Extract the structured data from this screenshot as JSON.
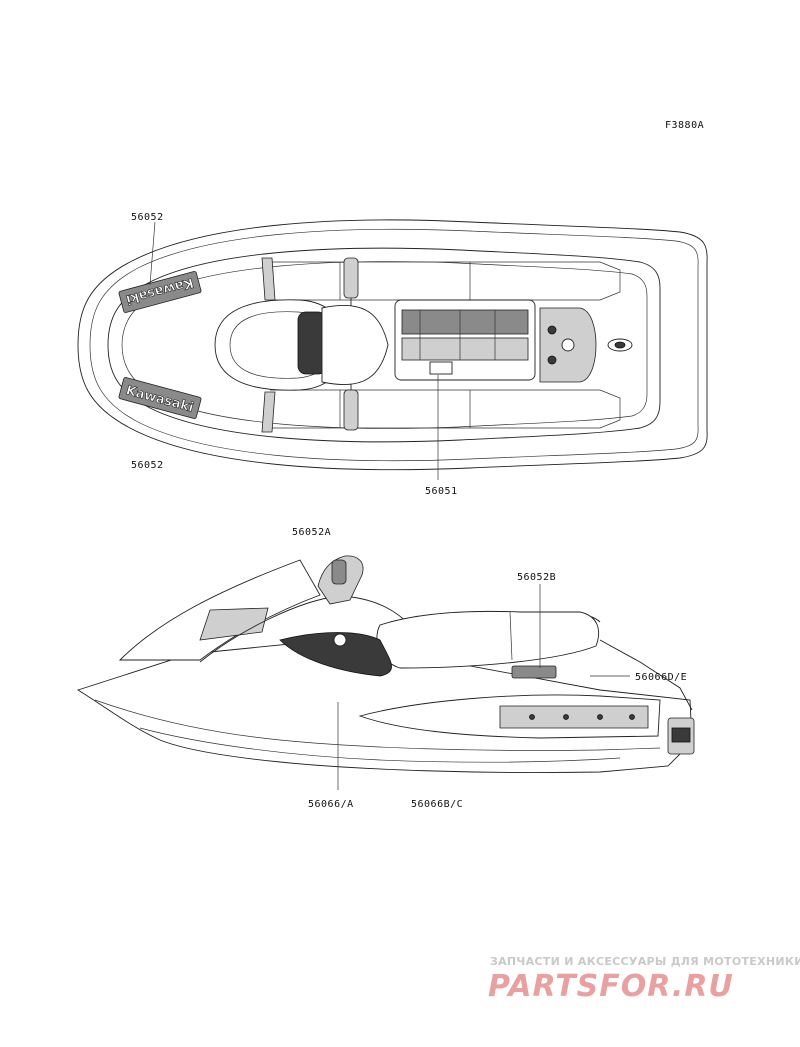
{
  "figure_code": "F3880A",
  "labels": {
    "top_left_upper": "56052",
    "top_left_lower": "56052",
    "top_center": "56051",
    "side_top": "56052A",
    "side_seat": "56052B",
    "side_rear": "56066D/E",
    "side_bottom_left": "56066/A",
    "side_bottom_right": "56066B/C"
  },
  "decals": {
    "deck_upper": "Kawasaki",
    "deck_lower": "Kawasaki"
  },
  "watermark": {
    "subtitle": "ЗАПЧАСТИ И АКСЕССУАРЫ ДЛЯ МОТОТЕХНИКИ",
    "brand": "PARTSFOR.RU"
  }
}
